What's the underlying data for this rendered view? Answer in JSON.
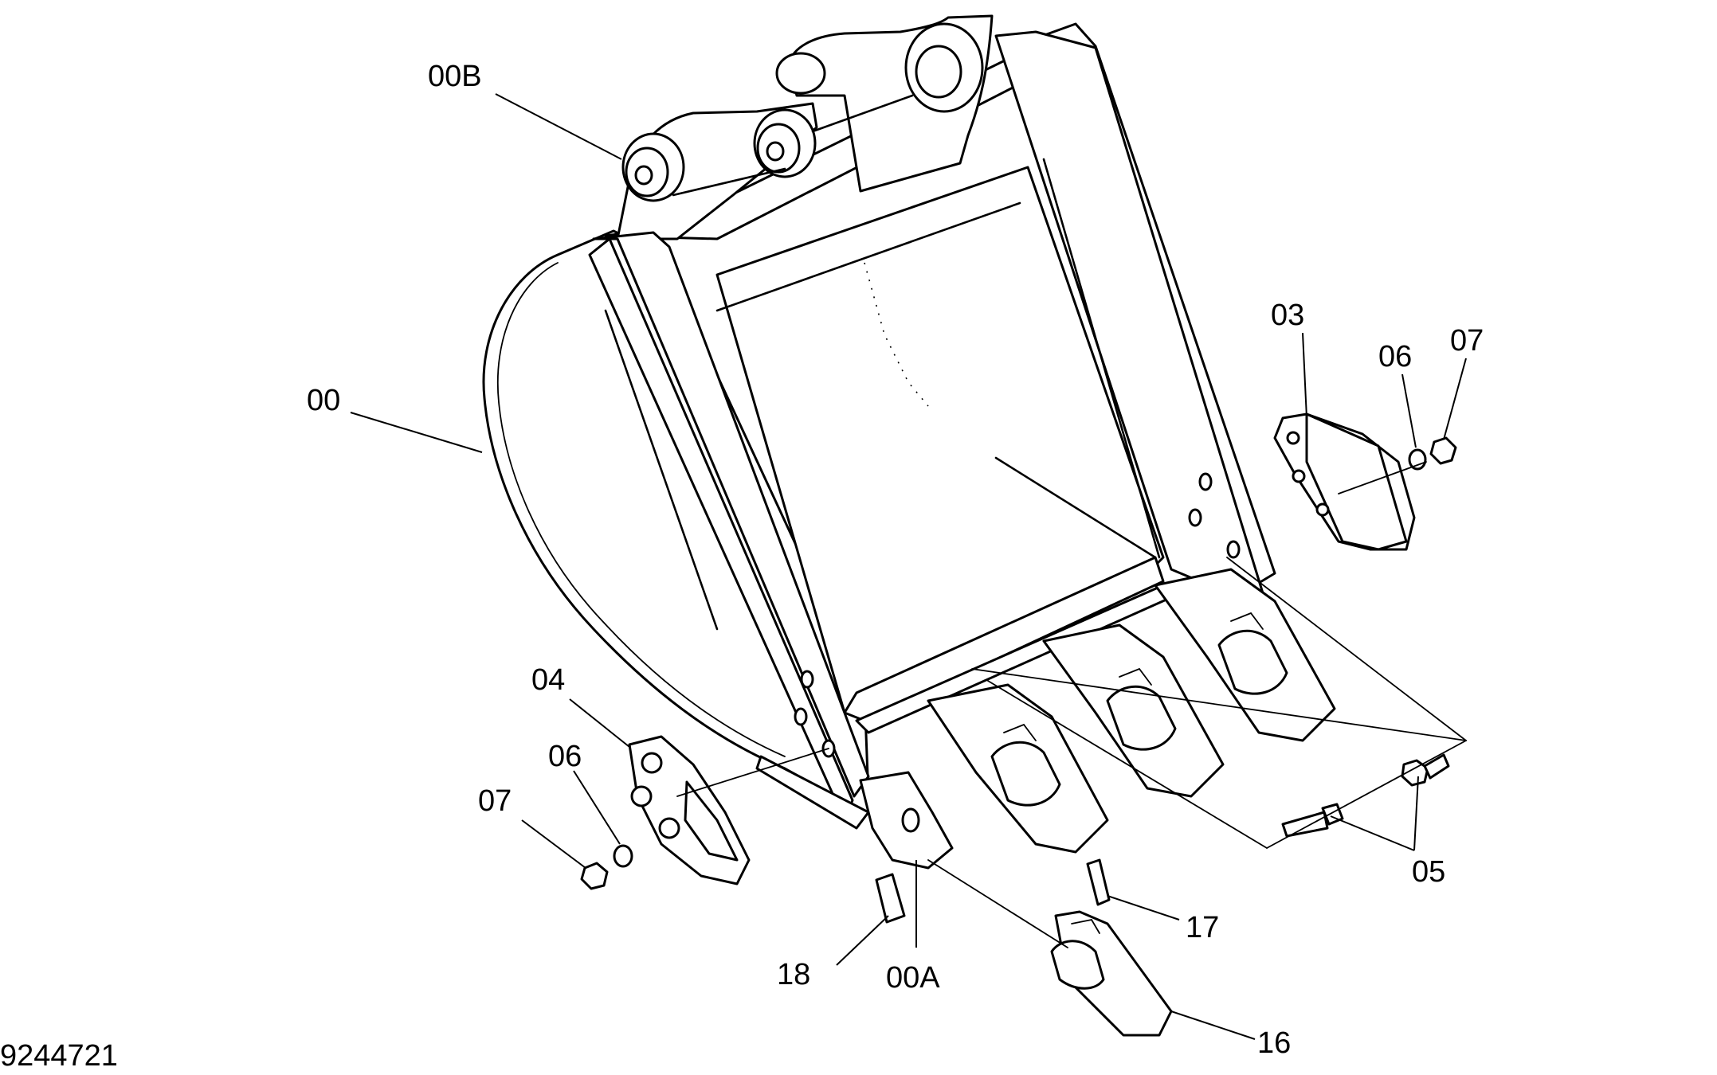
{
  "drawing": {
    "drawing_number": "9244721",
    "callouts": {
      "bucket": "00",
      "tooth_adapter": "00A",
      "bushing": "00B",
      "side_cutter_right": "03",
      "side_cutter_left": "04",
      "bolt": "05",
      "washer": "06",
      "nut": "07",
      "tooth_point": "16",
      "pin": "17",
      "lock": "18"
    }
  }
}
